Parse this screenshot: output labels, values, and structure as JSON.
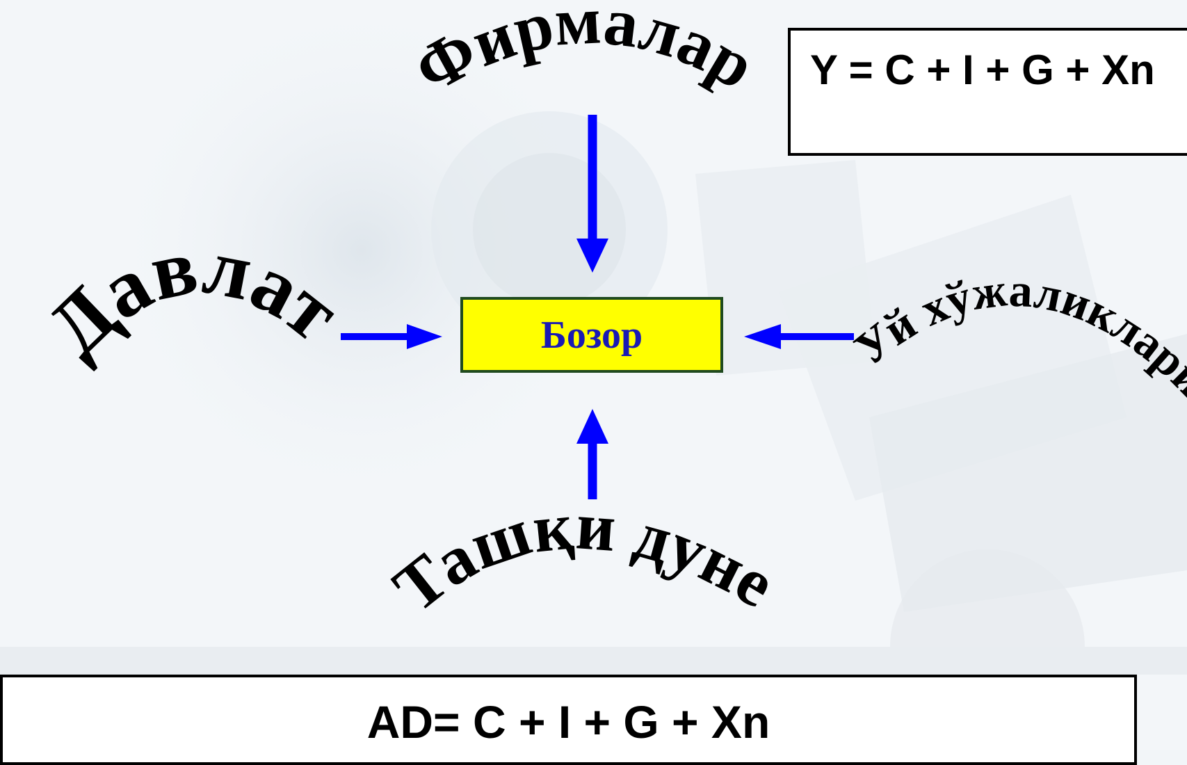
{
  "diagram": {
    "center_label": "Бозор",
    "sources": {
      "top": "Фирмалар",
      "left": "Давлат",
      "right": "Уй хўжаликлари",
      "bottom": "Ташқи дуне"
    },
    "formula_top": "Y = C + I + G + Xn",
    "formula_bottom": "AD= C + I + G + Xn"
  },
  "colors": {
    "arrow": "#0000ff",
    "market_fill": "#ffff00",
    "market_text": "#1a1ab4",
    "market_border": "#1f4a1f"
  }
}
